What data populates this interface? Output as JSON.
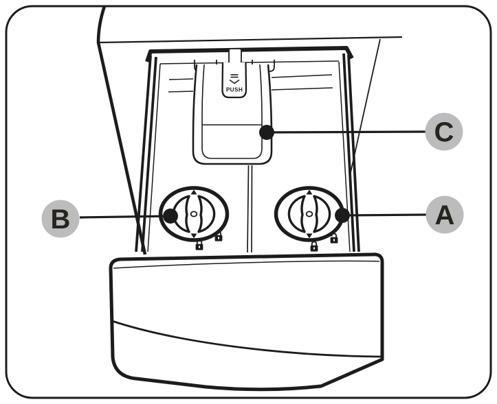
{
  "figure": {
    "callouts": {
      "a": {
        "label": "A"
      },
      "b": {
        "label": "B"
      },
      "c": {
        "label": "C"
      }
    },
    "push_tab_label": "PUSH",
    "icons": {
      "dial_marker_top": "triangle-up-icon",
      "dial_marker_bottom": "triangle-down-icon",
      "lock_closed": "padlock-closed-icon",
      "lock_open": "padlock-open-icon",
      "push_indicator": "lines-chevron-down-icon"
    },
    "colors": {
      "line": "#1c1c1c",
      "background": "#ffffff",
      "callout_circle": "#bcbcbc",
      "callout_letter": "#26241f"
    }
  }
}
